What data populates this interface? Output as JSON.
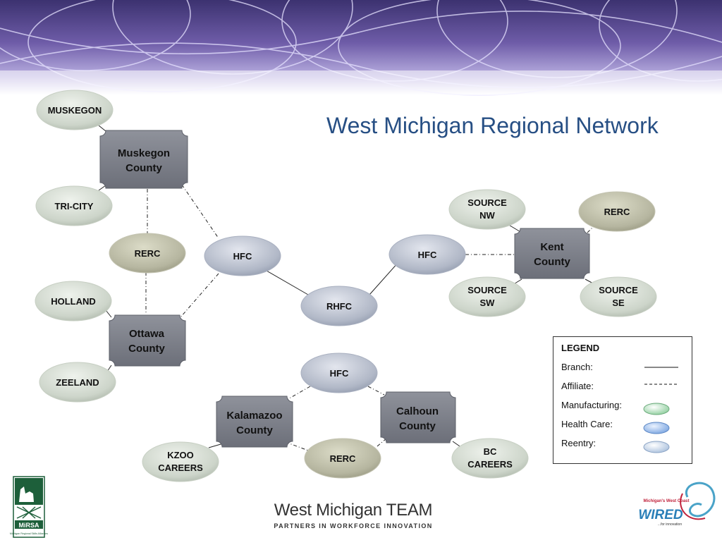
{
  "title": "West Michigan Regional Network",
  "nodes": {
    "muskegon": "MUSKEGON",
    "muskegon_county": [
      "Muskegon",
      "County"
    ],
    "tricity": "TRI-CITY",
    "rerc_west": "RERC",
    "holland": "HOLLAND",
    "ottawa_county": [
      "Ottawa",
      "County"
    ],
    "zeeland": "ZEELAND",
    "hfc_left": "HFC",
    "rhfc": "RHFC",
    "hfc_right": "HFC",
    "source_nw": [
      "SOURCE",
      "NW"
    ],
    "rerc_kent": "RERC",
    "kent_county": [
      "Kent",
      "County"
    ],
    "source_sw": [
      "SOURCE",
      "SW"
    ],
    "source_se": [
      "SOURCE",
      "SE"
    ],
    "hfc_bottom": "HFC",
    "kalamazoo_county": [
      "Kalamazoo",
      "County"
    ],
    "calhoun_county": [
      "Calhoun",
      "County"
    ],
    "kzoo_careers": [
      "KZOO",
      "CAREERS"
    ],
    "rerc_bottom": "RERC",
    "bc_careers": [
      "BC",
      "CAREERS"
    ]
  },
  "legend": {
    "title": "LEGEND",
    "branch": "Branch:",
    "affiliate": "Affiliate:",
    "manufacturing": "Manufacturing:",
    "health_care": "Health Care:",
    "reentry": "Reentry:"
  },
  "footer": {
    "brand": "West Michigan TEAM",
    "tagline": "PARTNERS IN WORKFORCE INNOVATION",
    "left_logo_text": "MiRSA",
    "left_logo_sub": "Michigan Regional Skills Alliances",
    "right_logo_text": "WIRED",
    "right_logo_top": "Michigan's West Coast",
    "right_logo_sub": "...for innovation"
  },
  "colors": {
    "title": "#274f84",
    "county_box": "#7b7e88",
    "manufacturing_fill": "#cfd6cc",
    "health_fill": "#b3bac8",
    "reentry_fill": "#b8b8a4"
  }
}
